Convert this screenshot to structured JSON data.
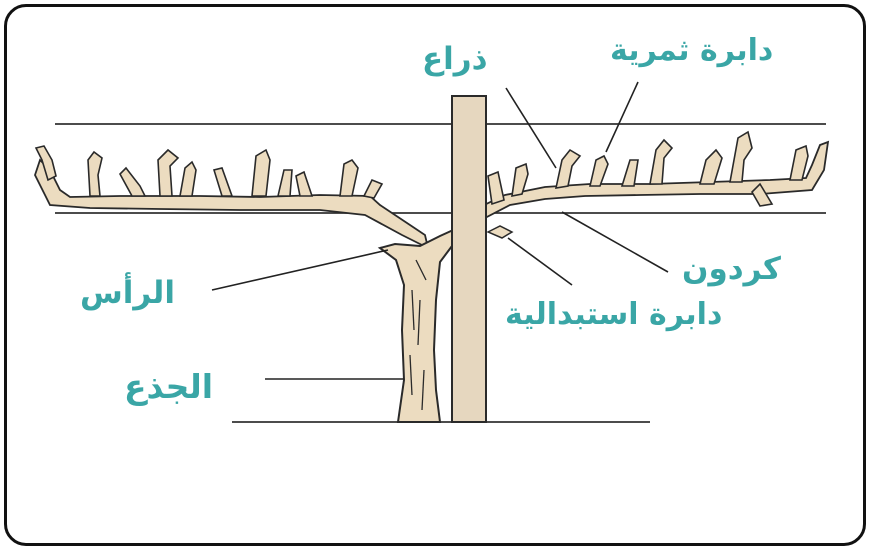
{
  "colors": {
    "label": "#3aa6a6",
    "wood_fill": "#ecdcc0",
    "wood_stroke": "#2a2a2a",
    "post_fill": "#e6d7bf",
    "wire": "#333333",
    "frame": "#111111"
  },
  "labels": {
    "arm": "ذراع",
    "fruiting_spur": "دابرة ثمرية",
    "cordon": "كردون",
    "renewal_spur": "دابرة استبدالية",
    "head": "الرأس",
    "trunk": "الجذع"
  }
}
